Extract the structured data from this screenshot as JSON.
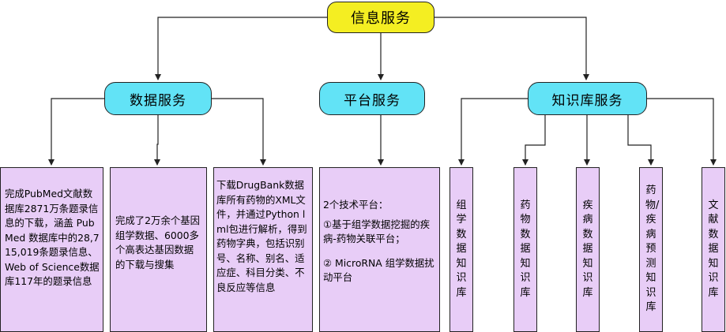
{
  "diagram": {
    "root": {
      "label": "信息服务"
    },
    "categories": [
      {
        "label": "数据服务",
        "children": [
          "完成PubMed文献数据库2871万条题录信息的下载，涵盖 PubMed 数据库中的28,715,019条题录信息、Web of Science数据库117年的题录信息",
          "完成了2万余个基因组学数据、6000多个高表达基因数据的下载与搜集",
          "下载DrugBank数据库所有药物的XML文件，并通过Python lml包进行解析，得到药物字典，包括识别号、名称、别名、适应症、科目分类、不良反应等信息"
        ]
      },
      {
        "label": "平台服务",
        "children": [
          {
            "title": "2个技术平台：",
            "items": [
              "①基于组学数据挖掘的疾病-药物关联平台；",
              "② MicroRNA 组学数据扰动平台"
            ]
          }
        ]
      },
      {
        "label": "知识库服务",
        "children": [
          "组学数据知识库",
          "药物数据知识库",
          "疾病数据知识库",
          "药物/疾病预测知识库",
          "文献数据知识库"
        ]
      }
    ],
    "colors": {
      "root_fill": "#f4ee22",
      "category_fill": "#62e3f6",
      "leaf_fill": "#e8cdf7",
      "line": "#222222"
    }
  }
}
